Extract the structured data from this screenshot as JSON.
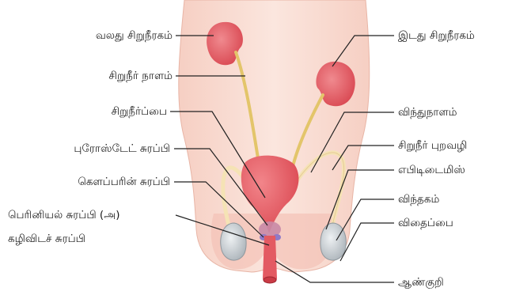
{
  "labels": {
    "left": {
      "right_kidney": "வலது சிறுநீரகம்",
      "ureter": "சிறுநீர் நாளம்",
      "bladder": "சிறுநீர்ப்பை",
      "prostate": "புரோஸ்டேட் சுரப்பி",
      "cowper": "கௌப்பரின் சுரப்பி",
      "perineal_line1": "பெரினியல் சுரப்பி (அ)",
      "perineal_line2": "கழிவிடச் சுரப்பி"
    },
    "right": {
      "left_kidney": "இடது சிறுநீரகம்",
      "vas_deferens": "விந்துநாளம்",
      "urethra_opening": "சிறுநீர் புறவழி",
      "epididymis": "எபிடிடைமிஸ்",
      "testis": "விந்தகம்",
      "scrotum": "விதைப்பை",
      "penis": "ஆண்குறி"
    }
  },
  "colors": {
    "body_skin": "#f9dcd2",
    "kidney": "#e0525e",
    "ureter": "#e3c56a",
    "bladder": "#e9585f",
    "duct": "#f5e3b5",
    "testis": "#c9cfd3",
    "line": "#222222"
  }
}
